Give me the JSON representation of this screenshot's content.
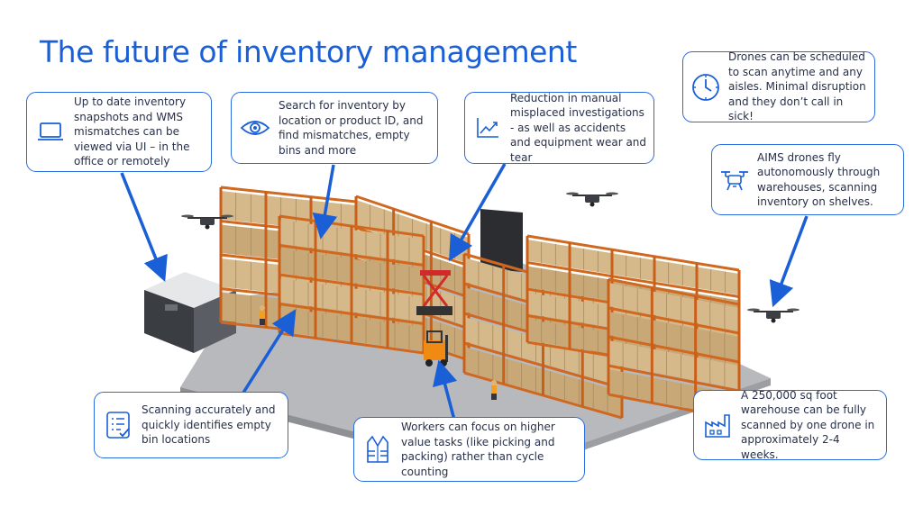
{
  "title": "The future of inventory management",
  "accent_color": "#2a6be0",
  "callouts": [
    {
      "id": "ui",
      "icon": "laptop-icon",
      "text": "Up to date inventory snapshots and WMS mismatches can be viewed via UI – in the office or remotely"
    },
    {
      "id": "search",
      "icon": "eye-icon",
      "text": "Search for inventory by location or product ID, and find mismatches, empty bins and more"
    },
    {
      "id": "reduction",
      "icon": "trend-chart-icon",
      "text": "Reduction in manual misplaced investigations - as well as accidents and equipment wear and tear"
    },
    {
      "id": "schedule",
      "icon": "clock-icon",
      "text": "Drones can be scheduled to scan anytime and any aisles. Minimal disruption and they don’t call in sick!"
    },
    {
      "id": "aims",
      "icon": "drone-icon",
      "text": "AIMS drones fly autonomously through warehouses, scanning inventory on shelves."
    },
    {
      "id": "scanning",
      "icon": "checklist-icon",
      "text": "Scanning accurately and quickly identifies empty bin locations"
    },
    {
      "id": "workers",
      "icon": "safety-vest-icon",
      "text": "Workers can focus on higher value tasks (like picking and packing) rather than cycle counting"
    },
    {
      "id": "warehouse",
      "icon": "factory-icon",
      "text": "A 250,000 sq foot warehouse can be fully scanned by one drone in approximately 2-4 weeks."
    }
  ]
}
